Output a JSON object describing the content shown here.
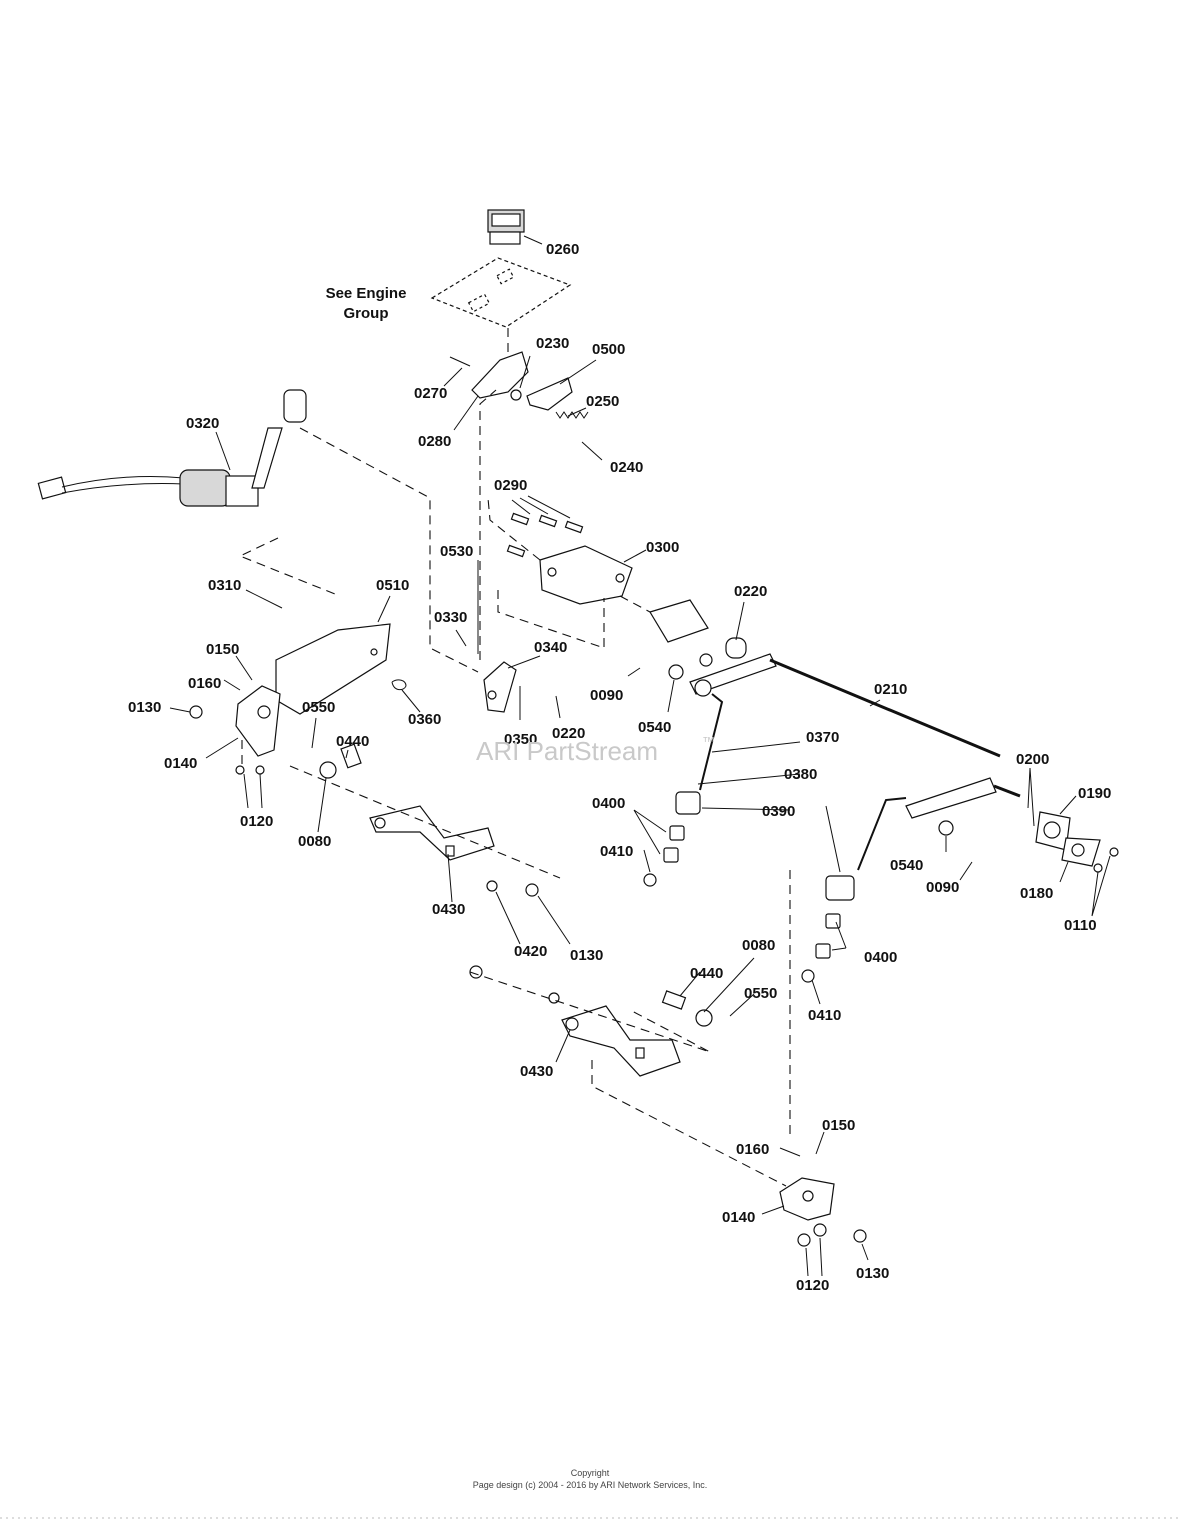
{
  "watermark": "ARI PartStream",
  "watermark_tm": "™",
  "reference_note": [
    "See Engine",
    "Group"
  ],
  "footer": {
    "line1": "Copyright",
    "line2": "Page design (c) 2004 - 2016 by ARI Network Services, Inc."
  },
  "callouts": [
    "0260",
    "0230",
    "0500",
    "0270",
    "0280",
    "0250",
    "0240",
    "0320",
    "0290",
    "0300",
    "0530",
    "0310",
    "0510",
    "0220",
    "0330",
    "0340",
    "0150",
    "0160",
    "0130",
    "0090",
    "0540",
    "0210",
    "0550",
    "0350",
    "0220",
    "0360",
    "0440",
    "0140",
    "0370",
    "0380",
    "0200",
    "0190",
    "0400",
    "0390",
    "0120",
    "0080",
    "0410",
    "0540",
    "0090",
    "0180",
    "0110",
    "0430",
    "0420",
    "0130",
    "0080",
    "0440",
    "0400",
    "0550",
    "0410",
    "0430",
    "0150",
    "0160",
    "0140",
    "0120",
    "0130"
  ]
}
